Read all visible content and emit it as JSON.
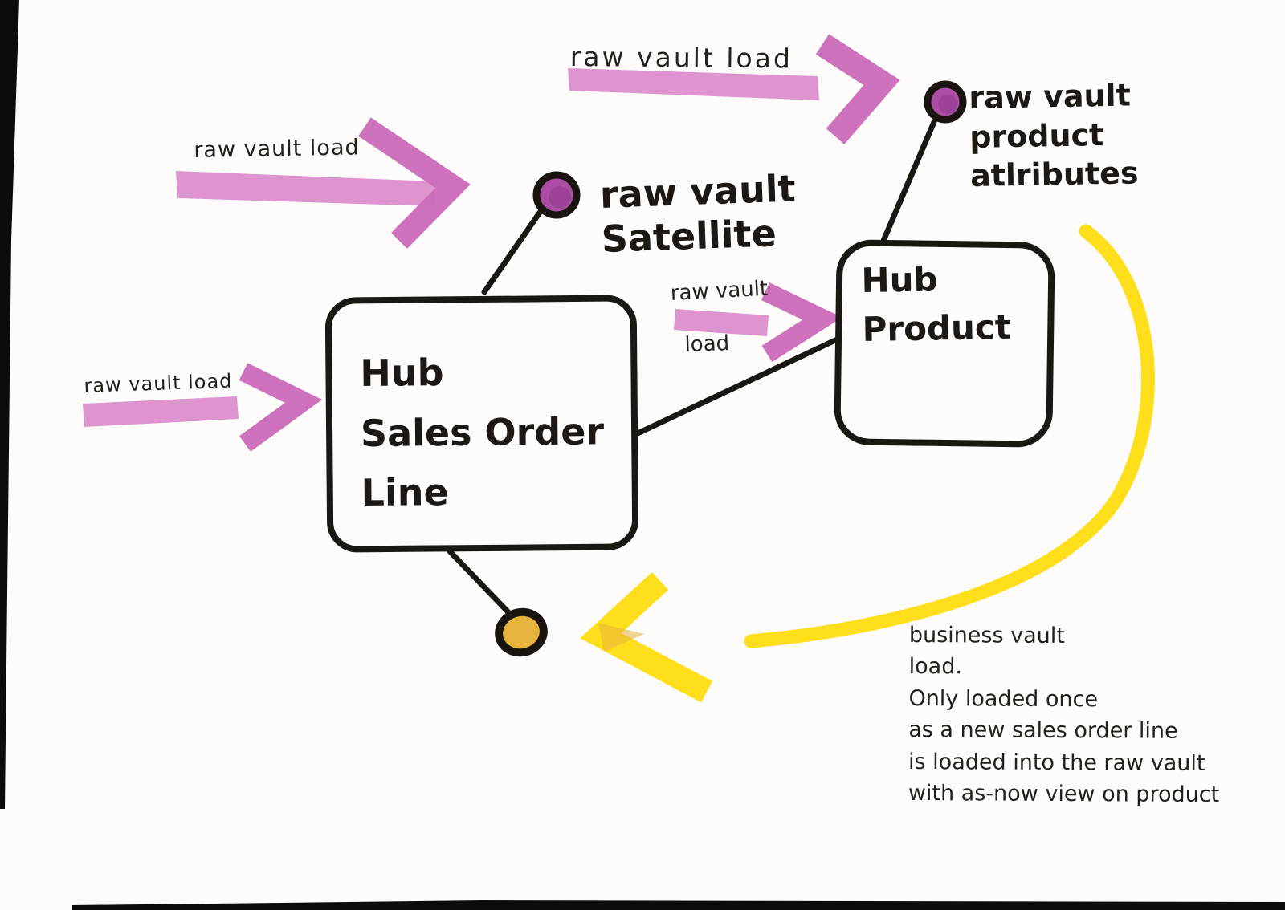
{
  "colors": {
    "ink": "#1b1712",
    "pink": "#db8bcb",
    "pink_dark": "#cb6abb",
    "purple": "#ae4da6",
    "purple_dark": "#8e3a8c",
    "yellow": "#ffde1c",
    "mustard": "#e6b43c",
    "edge": "#0e0c0a"
  },
  "hubs": [
    {
      "label": "Hub\nSales Order\nLine"
    },
    {
      "label": "Hub\nProduct"
    }
  ],
  "satellites": [
    {
      "label": "raw vault\nSatellite"
    },
    {
      "label": "raw vault\nproduct\natlributes"
    }
  ],
  "arrow_labels": {
    "top": "raw vault load",
    "upper_left": "raw vault load",
    "left": "raw vault load",
    "middle_top": "raw vault",
    "middle_bottom": "load"
  },
  "note": {
    "text": "business vault\nload.\nOnly loaded once\nas a new sales order line\nis loaded into the raw vault\nwith as-now view on product"
  }
}
